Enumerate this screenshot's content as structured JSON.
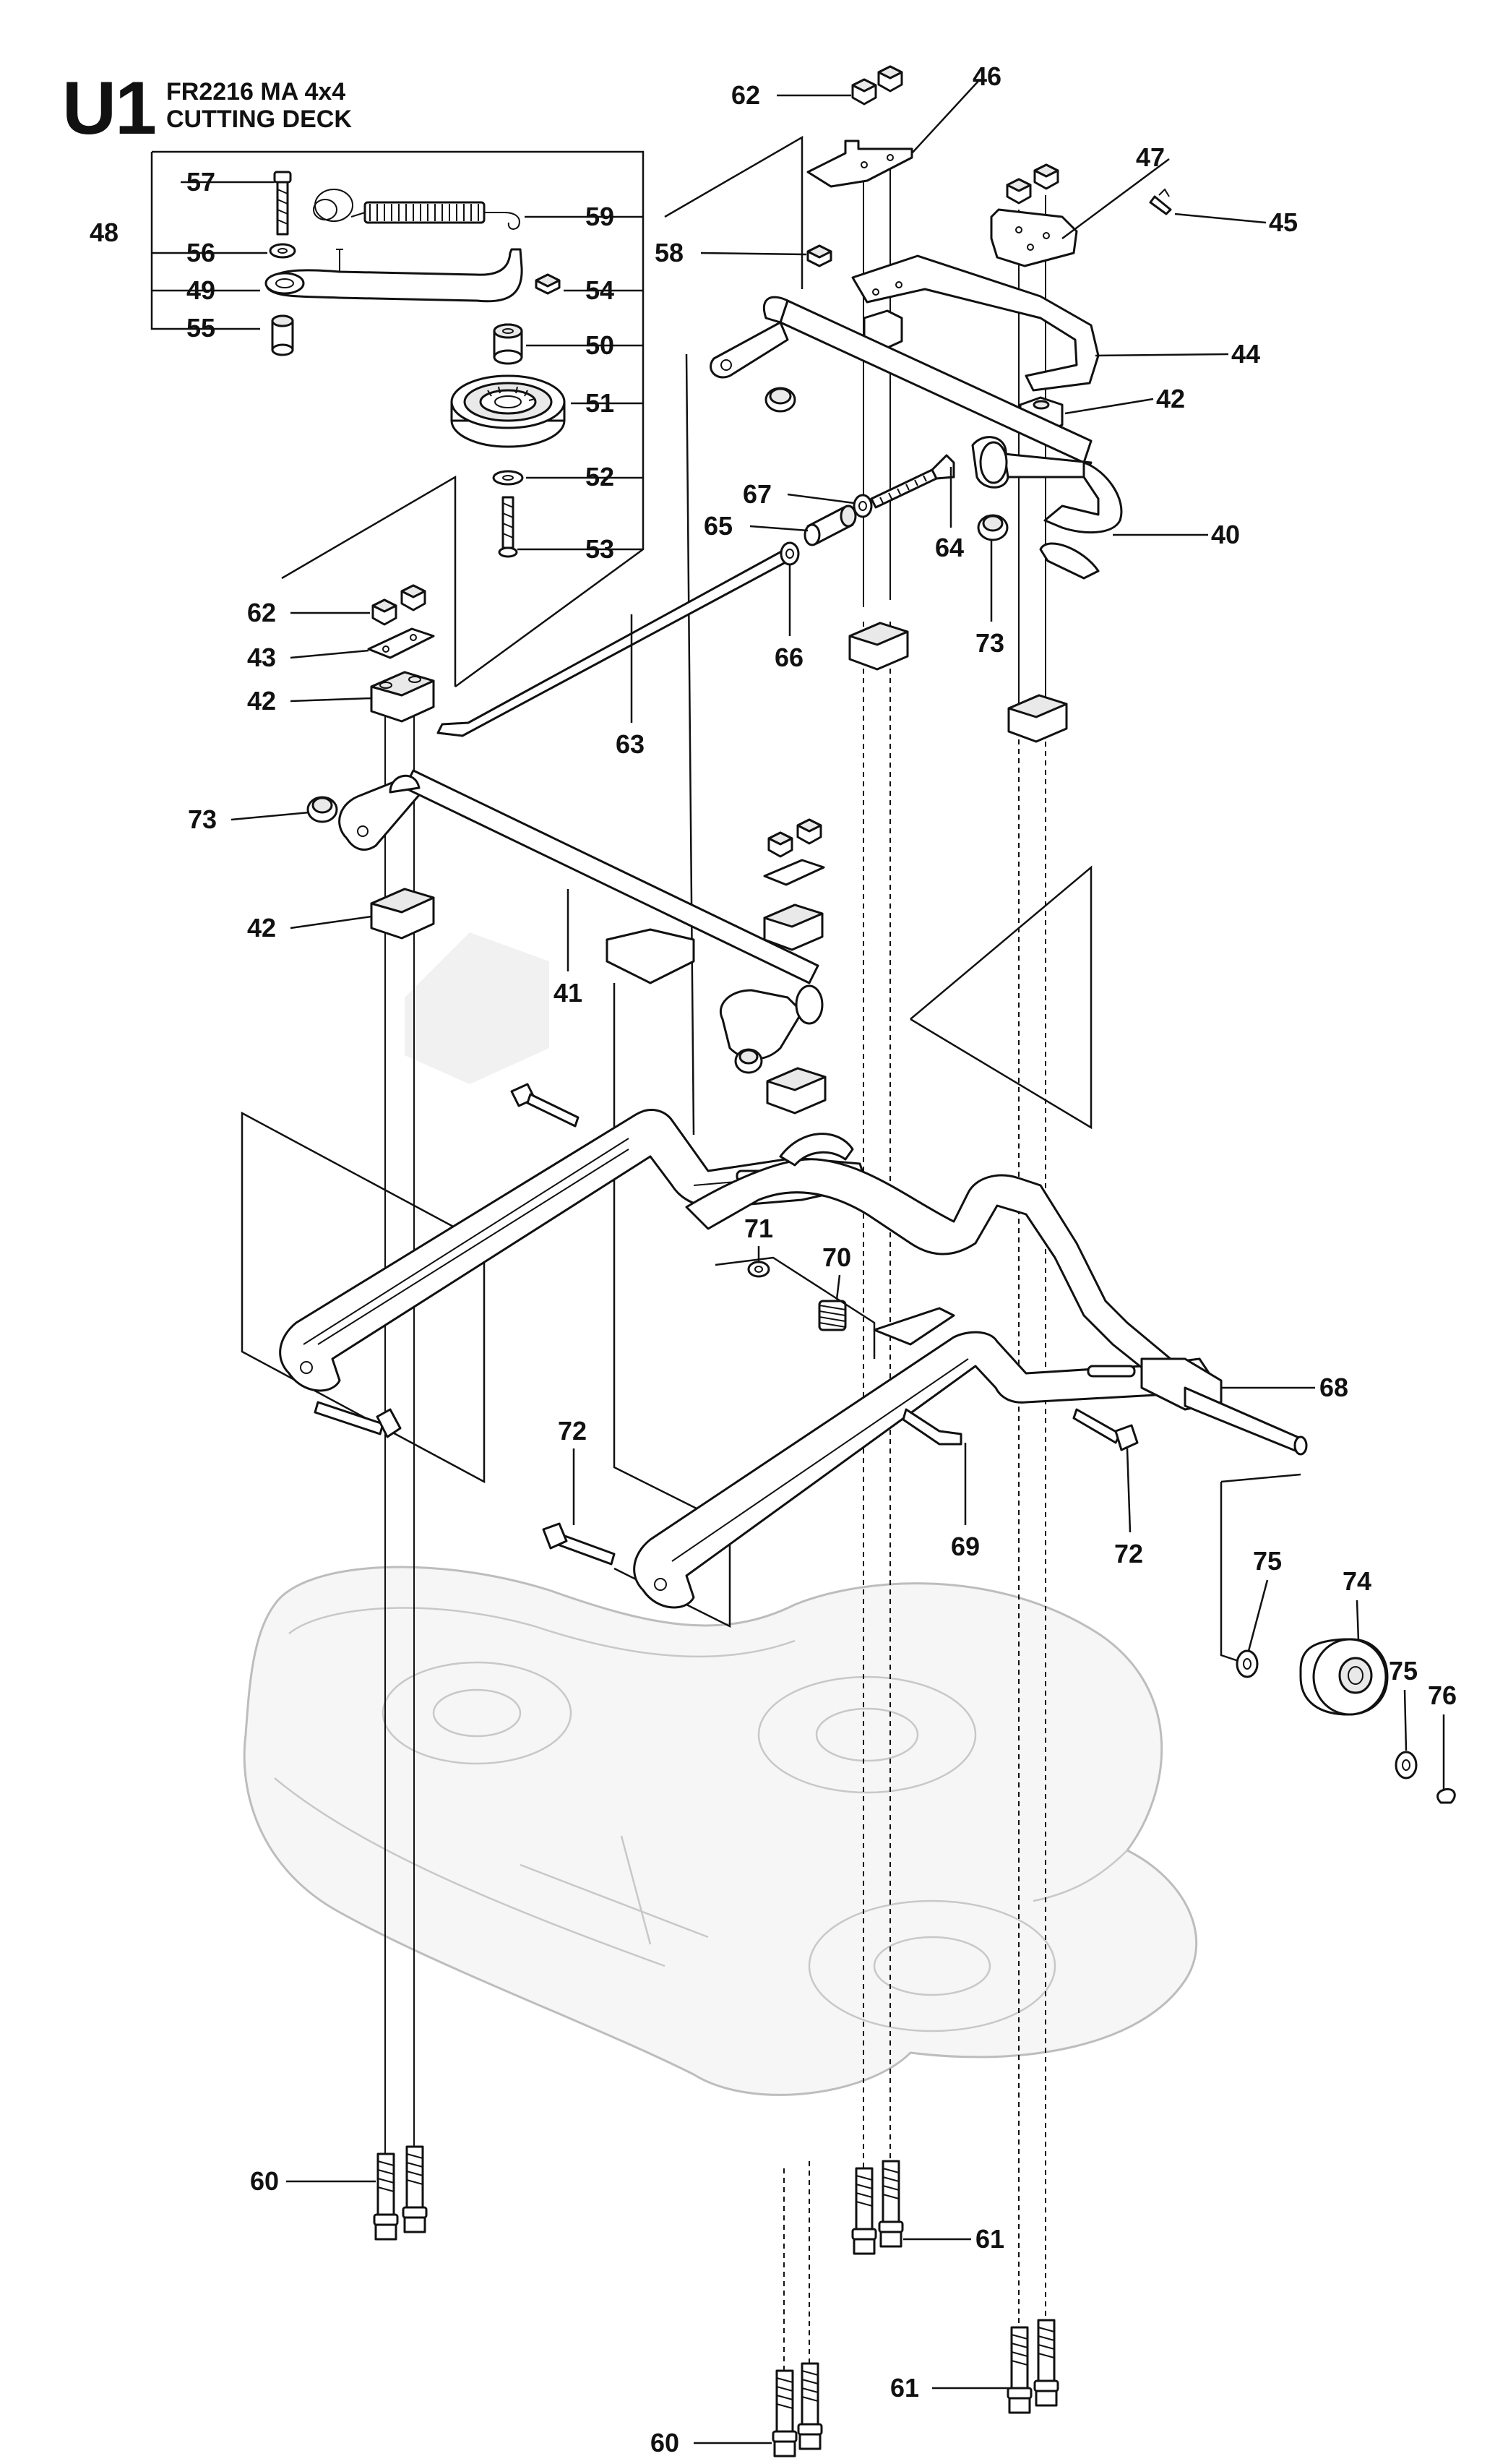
{
  "header": {
    "code": "U1",
    "model": "FR2216 MA 4x4",
    "subtitle": "CUTTING DECK"
  },
  "callouts": {
    "c40": "40",
    "c41": "41",
    "c42a": "42",
    "c42b": "42",
    "c42c": "42",
    "c43": "43",
    "c44": "44",
    "c45": "45",
    "c46": "46",
    "c47": "47",
    "c48": "48",
    "c49": "49",
    "c50": "50",
    "c51": "51",
    "c52": "52",
    "c53": "53",
    "c54": "54",
    "c55": "55",
    "c56": "56",
    "c57": "57",
    "c58": "58",
    "c59": "59",
    "c60a": "60",
    "c60b": "60",
    "c61a": "61",
    "c61b": "61",
    "c62a": "62",
    "c62b": "62",
    "c63": "63",
    "c64": "64",
    "c65": "65",
    "c66": "66",
    "c67": "67",
    "c68": "68",
    "c69": "69",
    "c70": "70",
    "c71": "71",
    "c72a": "72",
    "c72b": "72",
    "c73a": "73",
    "c73b": "73",
    "c74": "74",
    "c75a": "75",
    "c75b": "75",
    "c76": "76"
  },
  "parts": {
    "bracket_46": "bracket",
    "bracket_47": "bracket",
    "shaft_40": "lift shaft",
    "shaft_41": "lift shaft",
    "pulley_51": "idler pulley",
    "spring_59": "spring",
    "roller_74": "roller",
    "deck": "cutting deck housing"
  },
  "colors": {
    "line": "#111111",
    "deck": "#bdbdbd",
    "watermark": "#e6e6e6"
  }
}
